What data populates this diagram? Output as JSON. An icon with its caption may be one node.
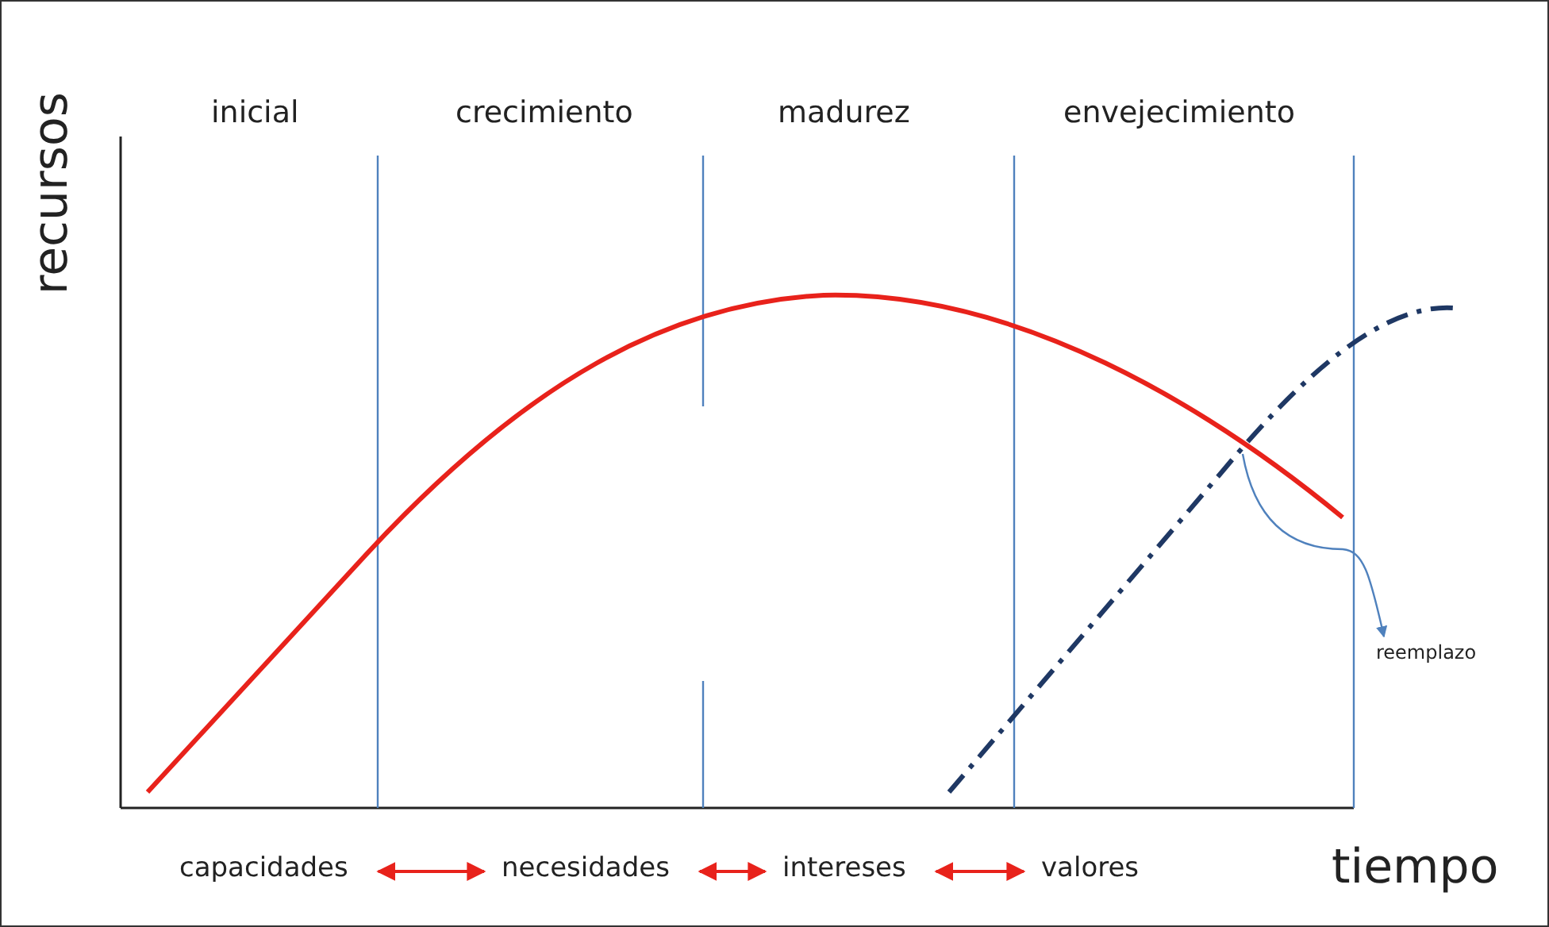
{
  "diagram": {
    "nodes": [
      {
        "text": [
          "capacidades"
        ]
      },
      {
        "text": [
          "necesidades"
        ]
      },
      {
        "text": [
          "intereses"
        ]
      },
      {
        "text": [
          "valores"
        ]
      },
      {
        "text": [
          "reemplazo"
        ]
      }
    ],
    "edges": [
      {
        "from": 0,
        "to": 1,
        "arrow": "both"
      },
      {
        "from": 1,
        "to": 2,
        "arrow": "both"
      },
      {
        "from": 2,
        "to": 3,
        "arrow": "both"
      },
      {
        "from": null,
        "to": 4,
        "arrow": "to",
        "color": "#4f81bd"
      }
    ],
    "labels": [
      "recursos",
      "inicial",
      "crecimiento",
      "madurez",
      "envejecimiento",
      "tiempo"
    ]
  }
}
